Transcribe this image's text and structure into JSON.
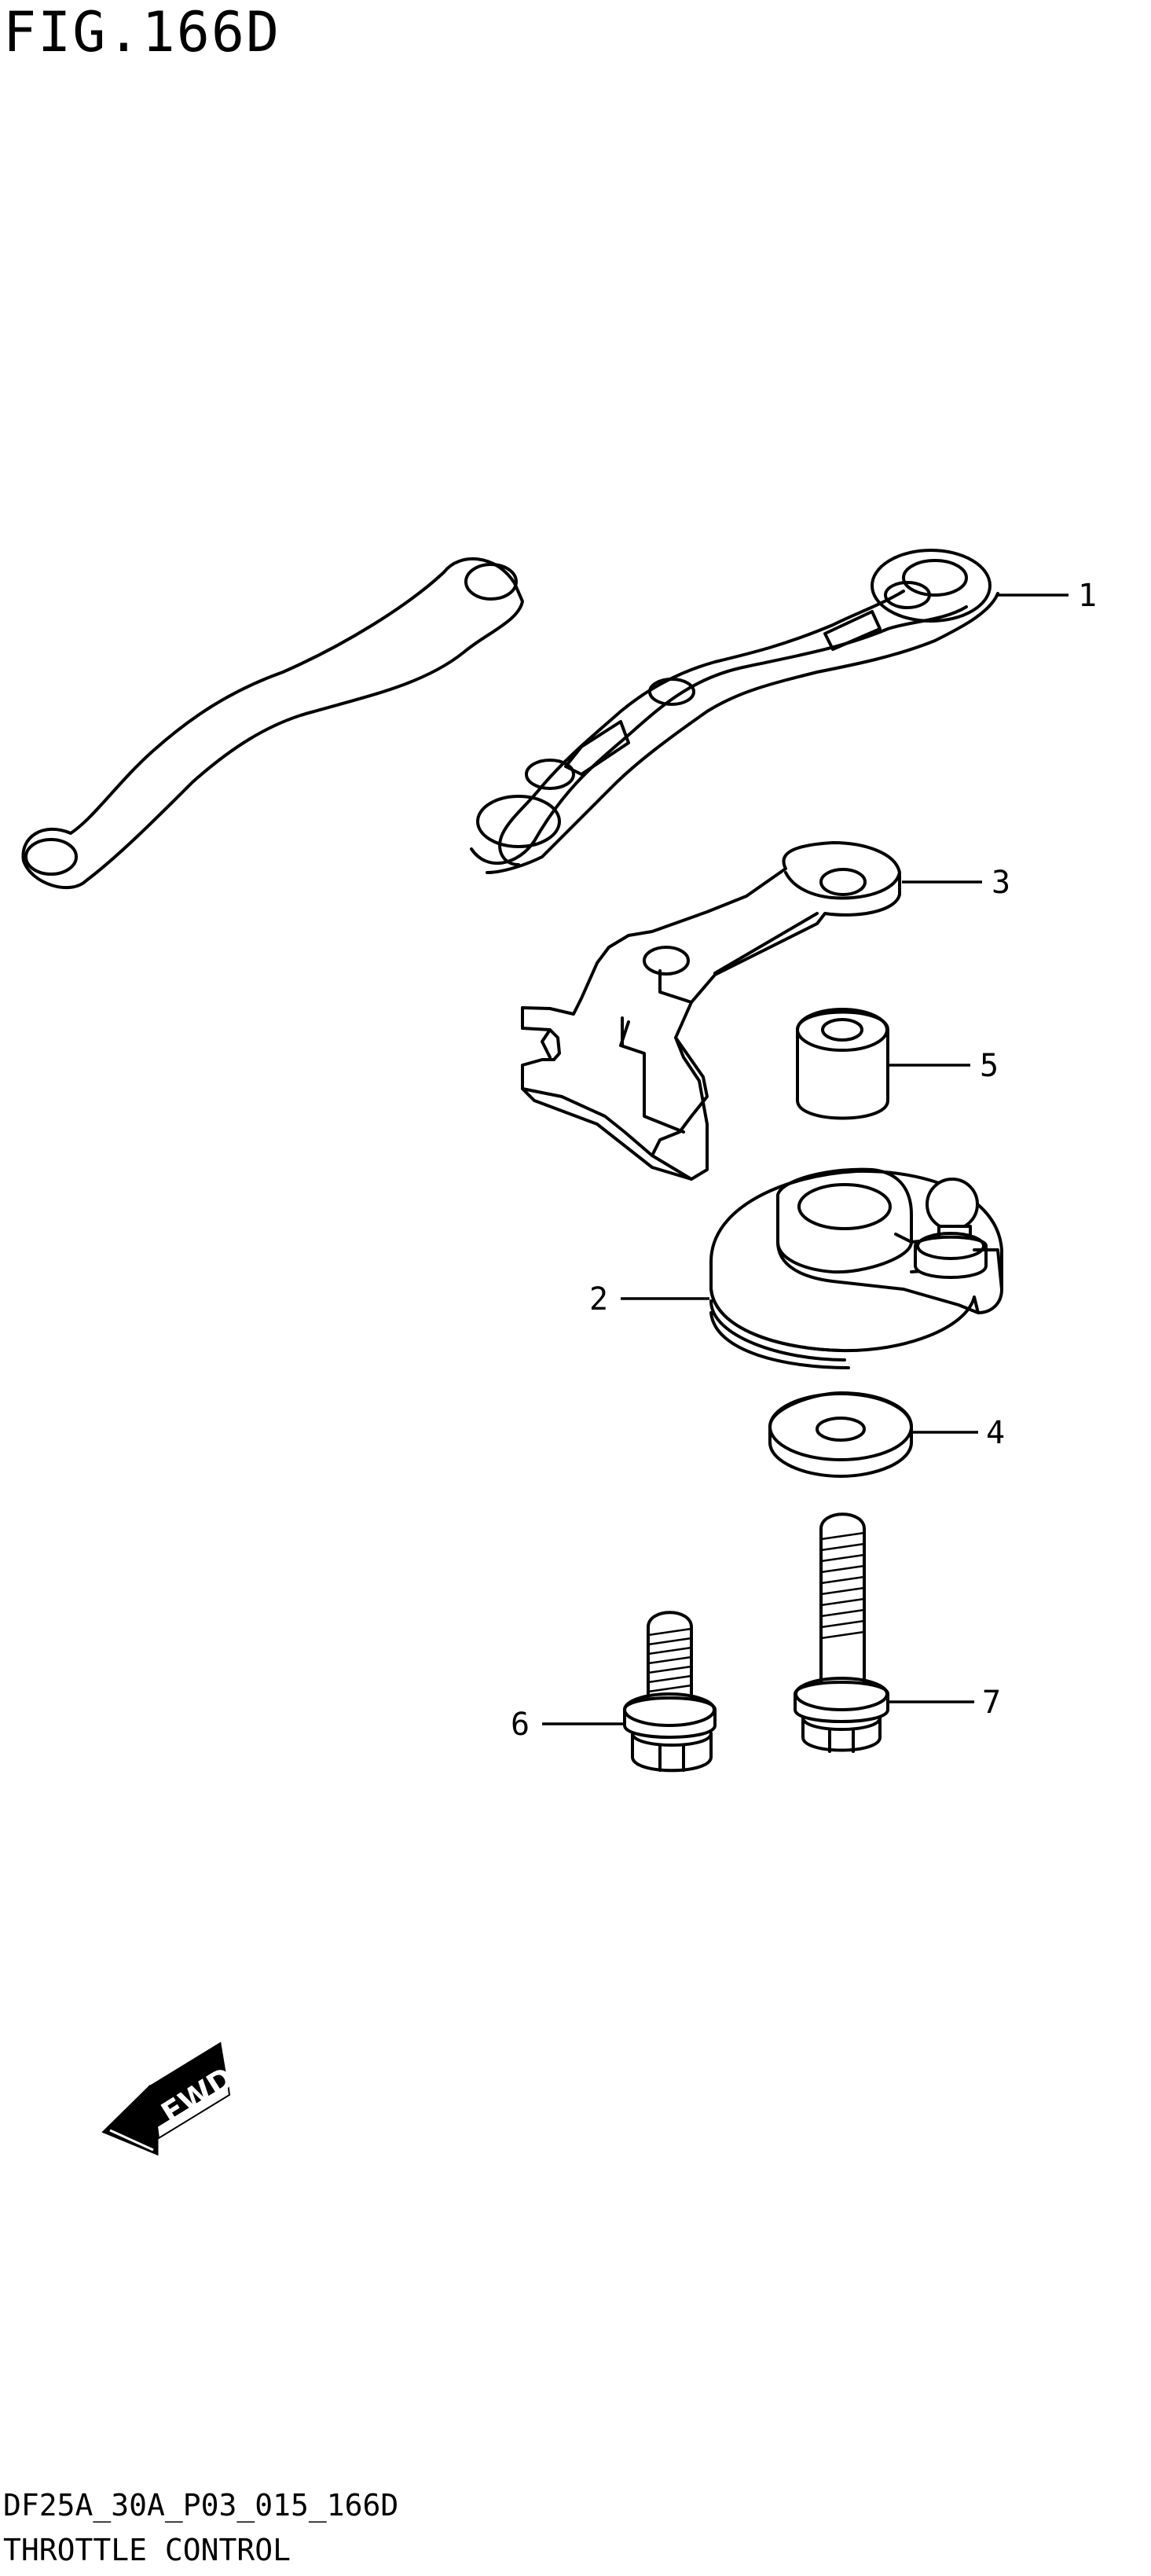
{
  "figure": {
    "title": "FIG.166D"
  },
  "footer": {
    "code": "DF25A_30A_P03_015_166D",
    "name": "THROTTLE CONTROL"
  },
  "fwd_arrow": {
    "label": "FWD"
  },
  "callouts": {
    "p1": "1",
    "p2": "2",
    "p3": "3",
    "p4": "4",
    "p5": "5",
    "p6": "6",
    "p7": "7"
  }
}
